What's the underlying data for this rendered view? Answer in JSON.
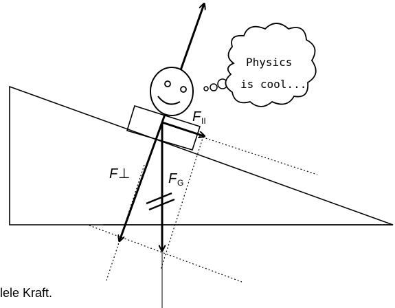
{
  "labels": {
    "f_parallel": "F",
    "f_parallel_sub": "II",
    "f_perp": "F",
    "f_perp_symbol": "⊥",
    "f_gravity": "F",
    "f_gravity_sub": "G"
  },
  "thought_bubble": {
    "line1": "Physics",
    "line2": "is cool..."
  },
  "caption": "lele Kraft."
}
